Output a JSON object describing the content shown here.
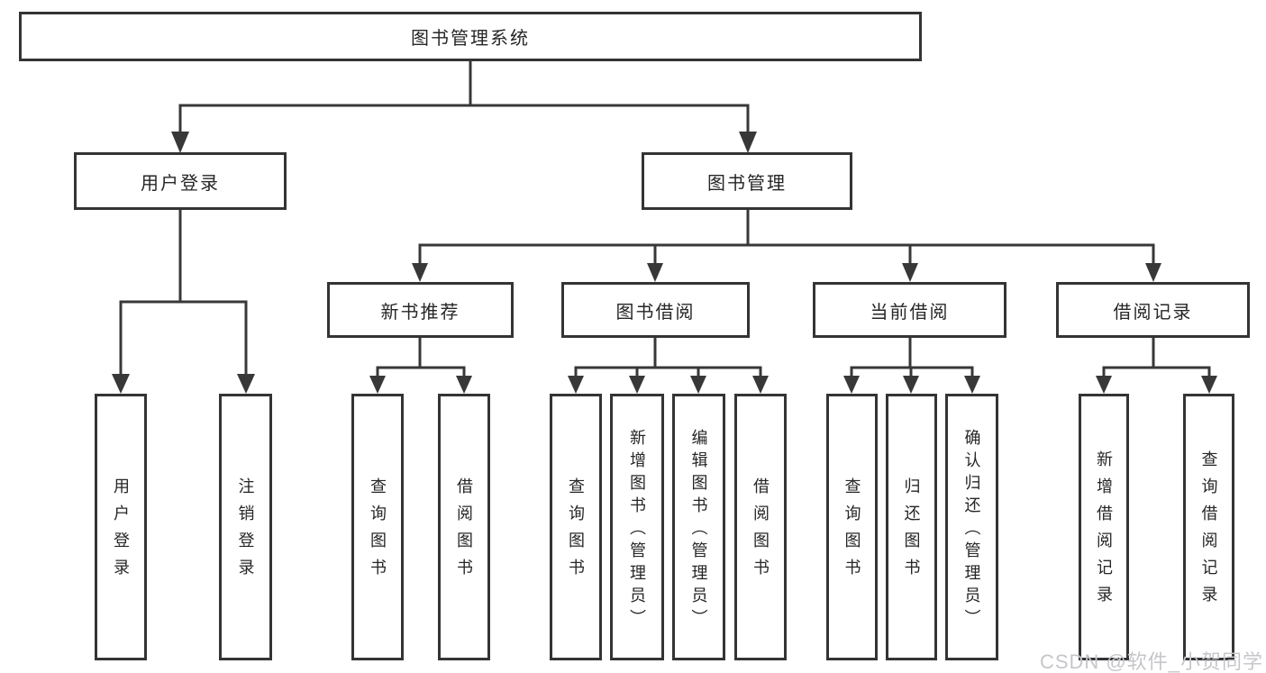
{
  "diagram_title": "图书管理系统",
  "watermark": "CSDN @软件_小贺同学",
  "colors": {
    "line": "#383838",
    "box_border": "#343434",
    "text": "#262626",
    "background": "#ffffff",
    "watermark": "#c7c5ca"
  },
  "tree": {
    "root": "图书管理系统",
    "branches": [
      {
        "label": "用户登录",
        "leaves": [
          "用户登录",
          "注销登录"
        ]
      },
      {
        "label": "图书管理",
        "children": [
          {
            "label": "新书推荐",
            "leaves": [
              "查询图书",
              "借阅图书"
            ]
          },
          {
            "label": "图书借阅",
            "leaves": [
              "查询图书",
              "新增图书（管理员）",
              "编辑图书（管理员）",
              "借阅图书"
            ]
          },
          {
            "label": "当前借阅",
            "leaves": [
              "查询图书",
              "归还图书",
              "确认归还（管理员）"
            ]
          },
          {
            "label": "借阅记录",
            "leaves": [
              "新增借阅记录",
              "查询借阅记录"
            ]
          }
        ]
      }
    ]
  }
}
